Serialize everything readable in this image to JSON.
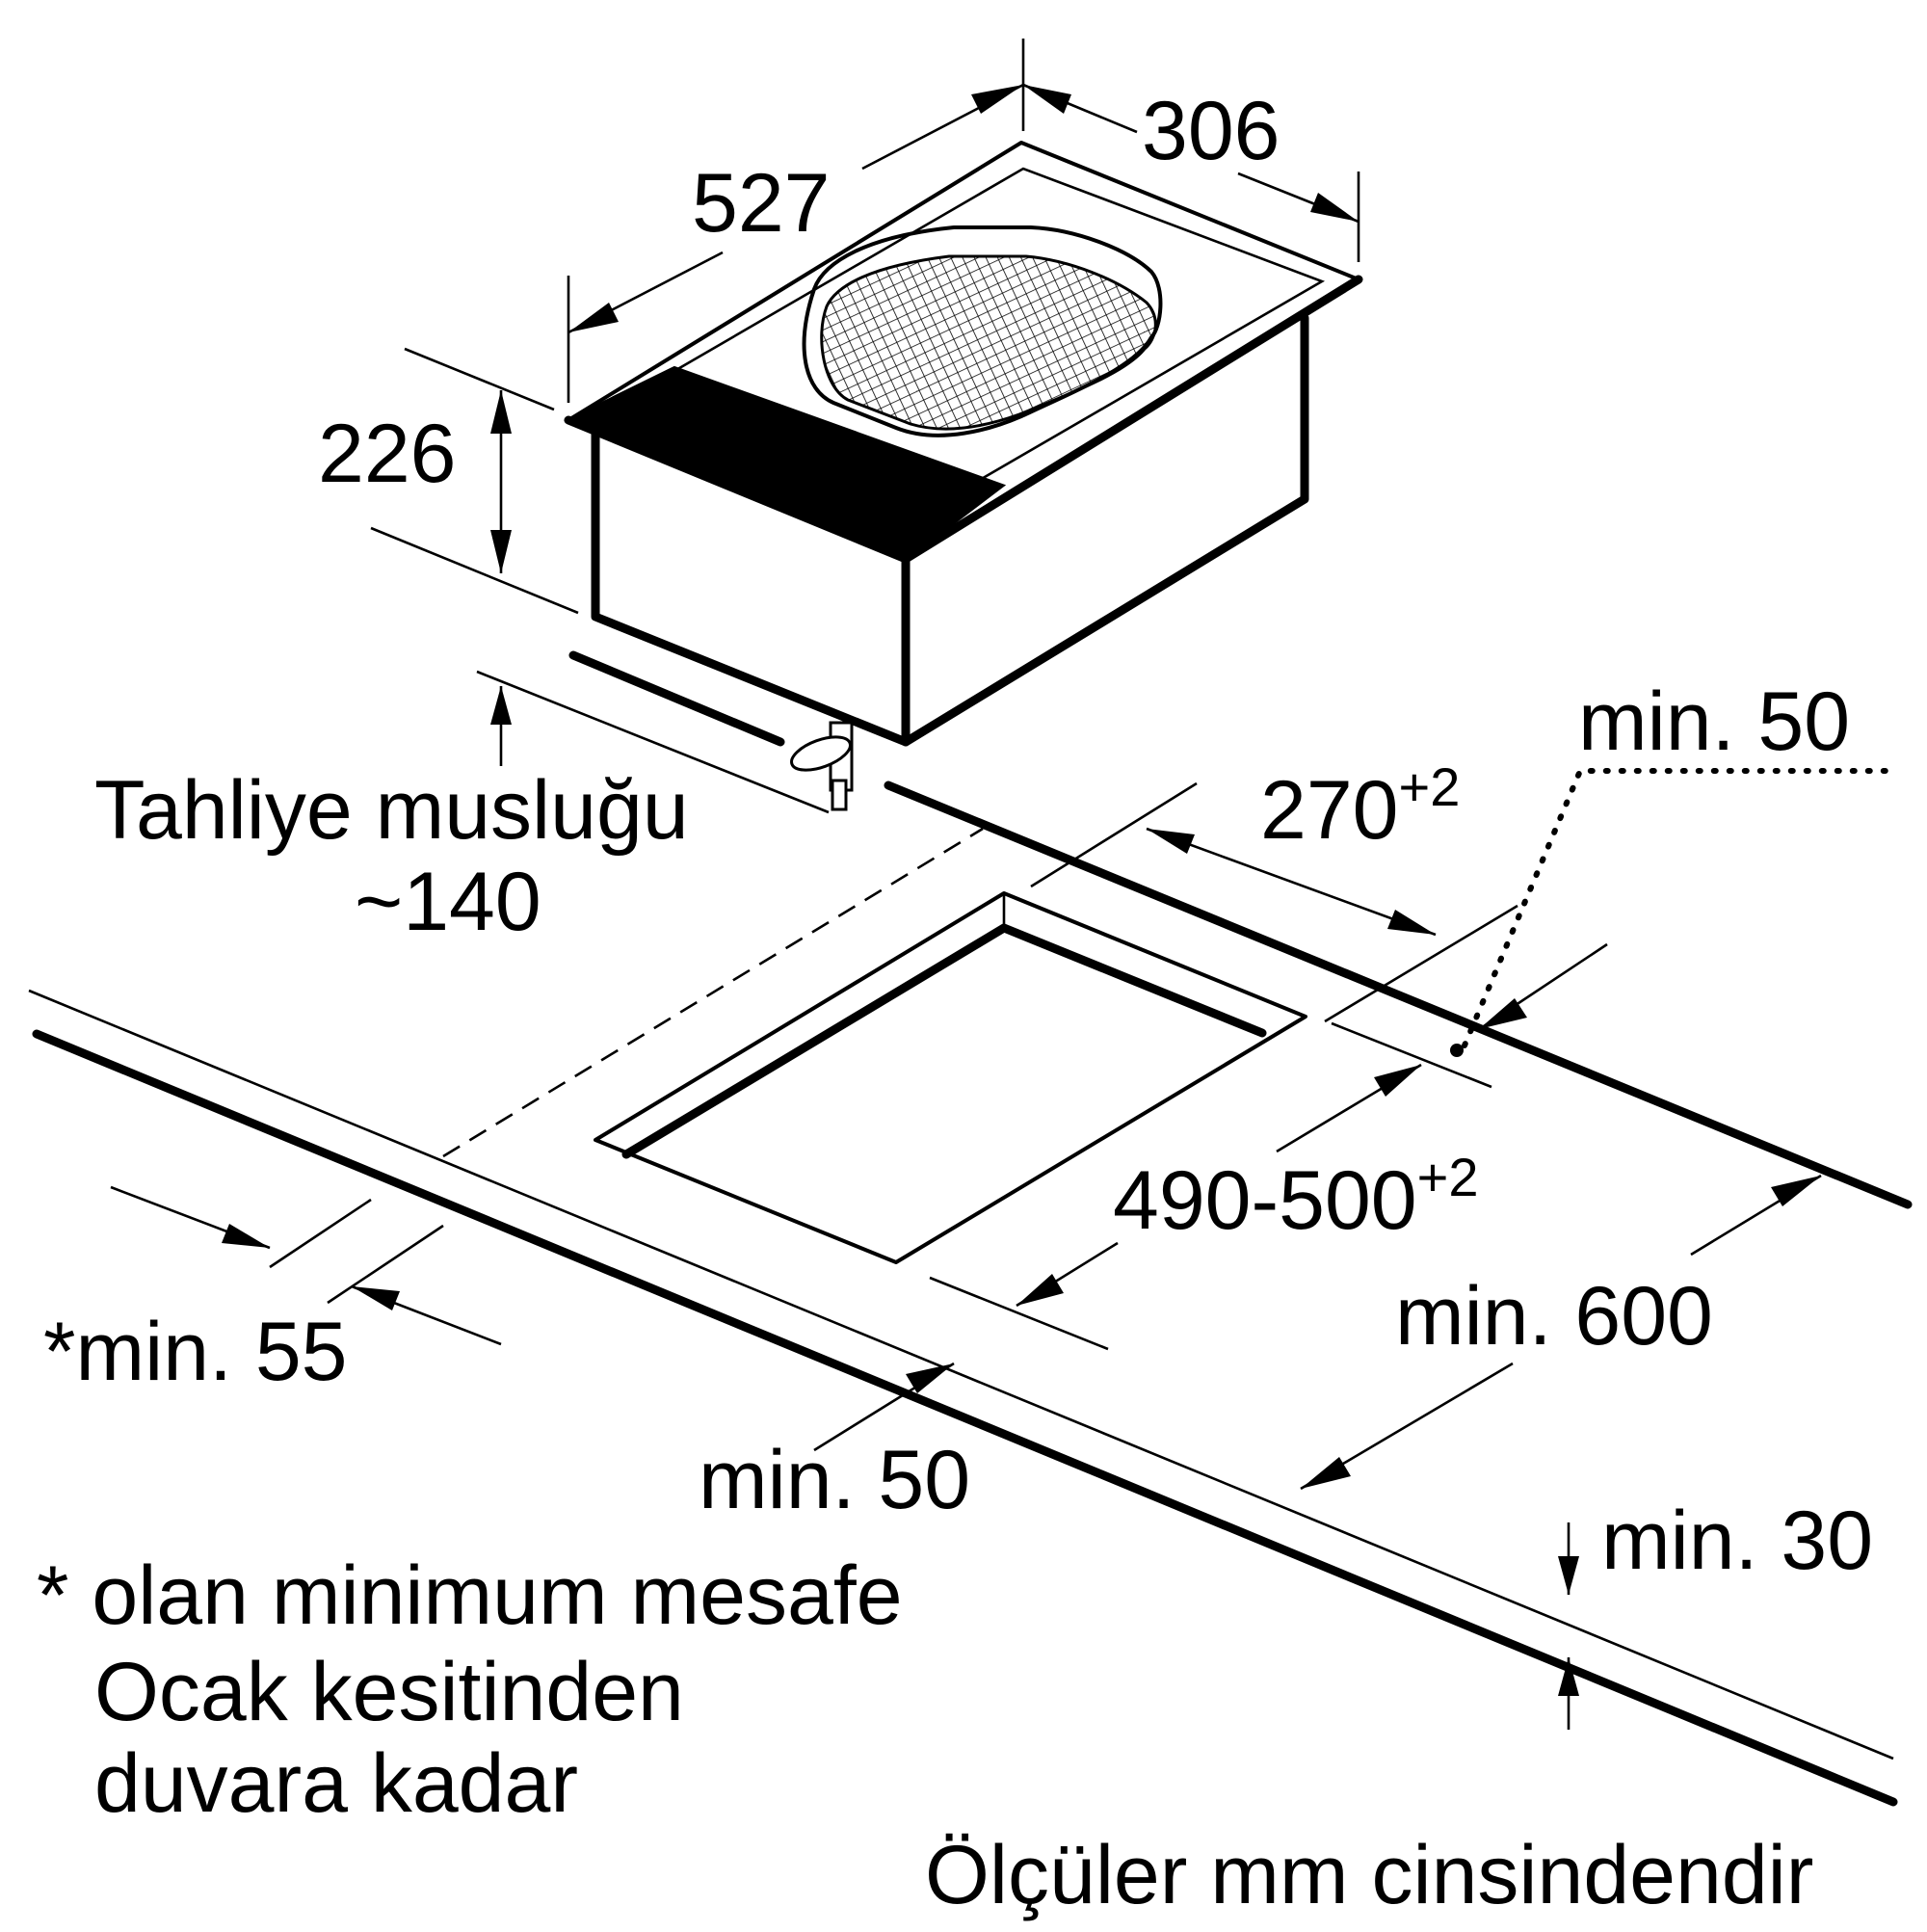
{
  "dimensions": {
    "d306": "306",
    "d527": "527",
    "d226": "226",
    "drain_label": "Tahliye musluğu",
    "drain_value": "~140",
    "d270": "270",
    "d270_tol": "+2",
    "d490_500": "490-500",
    "d490_tol": "+2",
    "min50_top": "min. 50",
    "min600": "min. 600",
    "min55": "*min. 55",
    "min50_bottom": "min. 50",
    "min30": "min. 30"
  },
  "notes": {
    "line1": "* olan minimum mesafe",
    "line2": "Ocak kesitinden",
    "line3": "duvara kadar",
    "units": "Ölçüler mm cinsindendir"
  },
  "colors": {
    "ink": "#000000",
    "background": "#ffffff"
  }
}
